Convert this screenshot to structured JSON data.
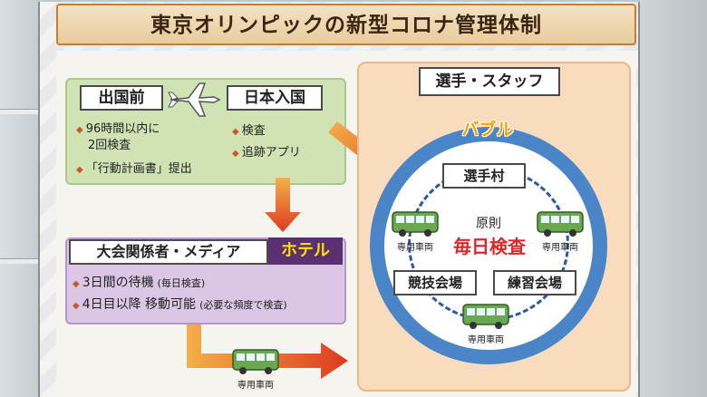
{
  "title": "東京オリンピックの新型コロナ管理体制",
  "departure": {
    "label": "出国前",
    "items": [
      "96時間以内に",
      "2回検査",
      "「行動計画書」提出"
    ]
  },
  "entry": {
    "label": "日本入国",
    "items": [
      "検査",
      "追跡アプリ"
    ]
  },
  "staff_media": {
    "label": "大会関係者・メディア",
    "hotel": "ホテル",
    "items": [
      {
        "main": "3日間の待機",
        "note": "(毎日検査)"
      },
      {
        "main": "4日目以降 移動可能",
        "note": "(必要な頻度で検査)"
      }
    ]
  },
  "athletes": {
    "label": "選手・スタッフ",
    "bubble": "バブル",
    "village": "選手村",
    "principle": "原則",
    "daily_test": "毎日検査",
    "venue": "競技会場",
    "practice": "練習会場"
  },
  "vehicle_caption": "専用車両",
  "colors": {
    "title_border": "#c97b2f",
    "green_panel": "#cfe3b4",
    "purple_panel": "#dbc6e6",
    "hotel_bg": "#5a3070",
    "hotel_text": "#ffe400",
    "bubble_ring": "#4a86c7",
    "daily_test": "#d8282a",
    "bus": "#6aa84f",
    "arrow": "#e8782a"
  },
  "icons": {
    "plane": "airplane-icon",
    "bus": "bus-icon",
    "bullet": "diamond-bullet-icon"
  }
}
